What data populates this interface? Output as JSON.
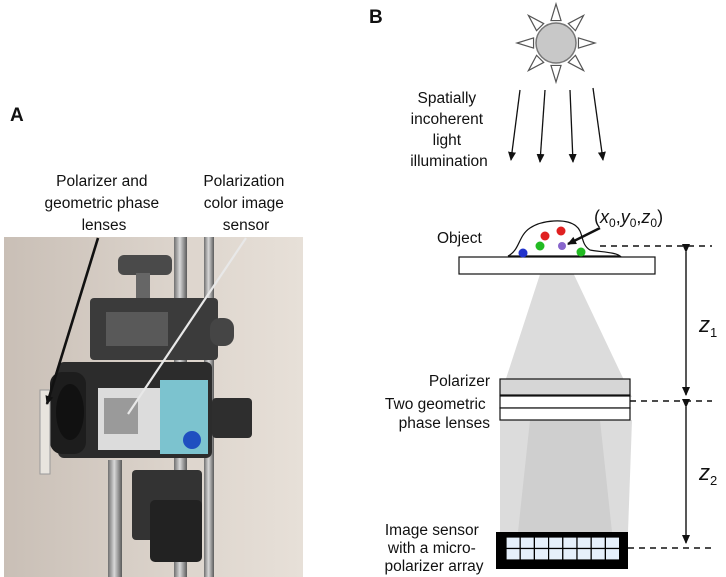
{
  "panel_a": {
    "letter": "A",
    "label_polarizer_lenses": [
      "Polarizer and",
      "geometric phase",
      "lenses"
    ],
    "label_sensor": [
      "Polarization",
      "color image",
      "sensor"
    ]
  },
  "panel_b": {
    "letter": "B",
    "light_label": [
      "Spatially",
      "incoherent",
      "light",
      "illumination"
    ],
    "object_label": "Object",
    "coordinate": {
      "open": "(",
      "x": "x",
      "y": "y",
      "z": "z",
      "sub": "0",
      "sep": ",",
      "close": ")"
    },
    "polarizer_label": "Polarizer",
    "lenses_label": [
      "Two geometric",
      "phase lenses"
    ],
    "sensor_label": [
      "Image sensor",
      "with a micro-",
      "polarizer array"
    ],
    "z1": {
      "letter": "z",
      "sub": "1"
    },
    "z2": {
      "letter": "z",
      "sub": "2"
    },
    "cell_colors": {
      "red": "#e02020",
      "green": "#22bb22",
      "blue": "#2233cc",
      "purple": "#8866cc"
    },
    "sensor_pixel_color": "#e6f0fb"
  }
}
